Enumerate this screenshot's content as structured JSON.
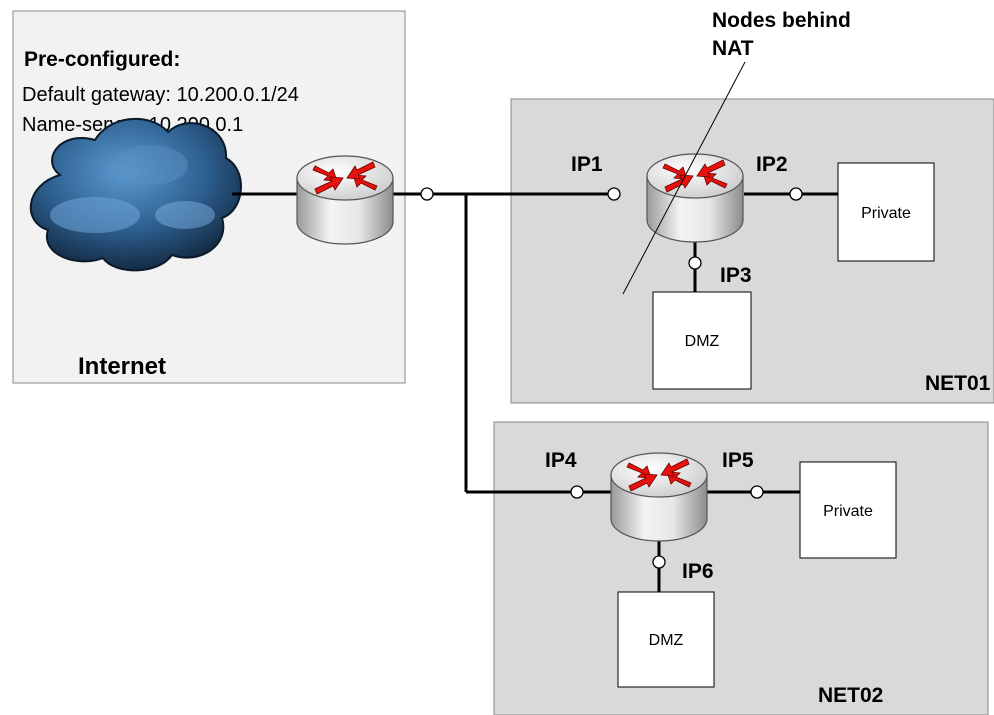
{
  "internet_zone": {
    "heading": "Pre-configured:",
    "gateway_line": "Default gateway: 10.200.0.1/24",
    "nameserver_line": "Name-server: 10.200.0.1",
    "zone_label": "Internet"
  },
  "annotation": {
    "line1": "Nodes behind",
    "line2": "NAT"
  },
  "net01": {
    "zone_label": "NET01",
    "ip_left": "IP1",
    "ip_right": "IP2",
    "ip_bottom": "IP3",
    "private_label": "Private",
    "dmz_label": "DMZ"
  },
  "net02": {
    "zone_label": "NET02",
    "ip_left": "IP4",
    "ip_right": "IP5",
    "ip_bottom": "IP6",
    "private_label": "Private",
    "dmz_label": "DMZ"
  },
  "colors": {
    "zone_fill": "#d9d9d9",
    "internet_fill": "#f2f2f2",
    "arrow_red": "#e8120c",
    "cloud_dark": "#16314f",
    "cloud_light": "#5c9ad1"
  }
}
